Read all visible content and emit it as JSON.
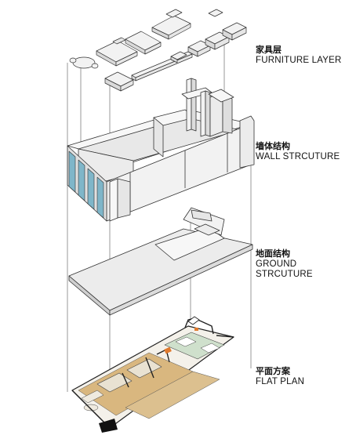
{
  "layers": [
    {
      "id": "furniture",
      "cn": "家具层",
      "en": "FURNITURE LAYER"
    },
    {
      "id": "wall",
      "cn": "墙体结构",
      "en": "WALL STRCUTURE"
    },
    {
      "id": "ground",
      "cn": "地面结构",
      "en": "GROUND STRCUTURE"
    },
    {
      "id": "plan",
      "cn": "平面方案",
      "en": "FLAT PLAN"
    }
  ],
  "colors": {
    "line": "#333333",
    "wall_fill": "#f2f2f2",
    "wall_shade": "#d9d9d9",
    "glass": "#7fb6c9",
    "floor_wood": "#d9b77f",
    "floor_tile": "#cfe0cc",
    "accent_orange": "#e07a2e"
  }
}
